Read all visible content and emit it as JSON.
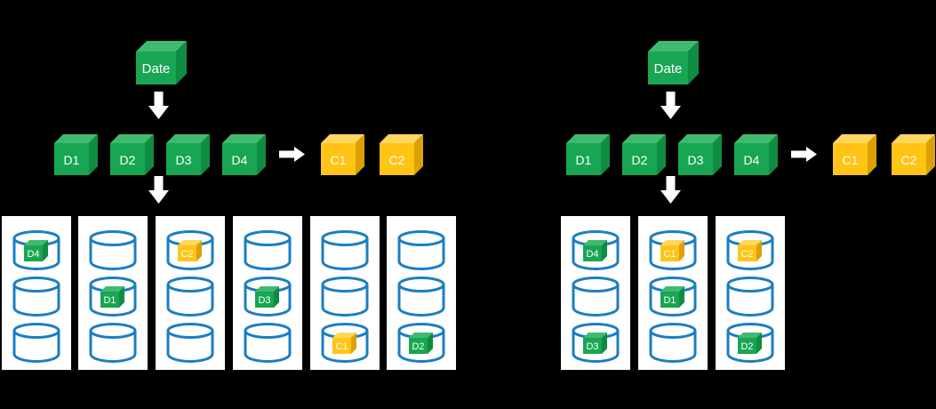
{
  "background": "#000000",
  "colors": {
    "green": {
      "front": "#18A653",
      "top": "#3FBA6E",
      "side": "#0F8B42"
    },
    "yellow": {
      "front": "#FFC415",
      "top": "#FFD75C",
      "side": "#DCA104"
    },
    "cylinder_stroke": "#1B7EC2",
    "node_background": "#FFFFFF",
    "arrow": "#FFFFFF",
    "cube_label": "#FFFFFF"
  },
  "halves": [
    {
      "name": "left-diagram",
      "date_cube": {
        "label": "Date",
        "color": "green"
      },
      "dimension_cubes": [
        {
          "label": "D1",
          "color": "green"
        },
        {
          "label": "D2",
          "color": "green"
        },
        {
          "label": "D3",
          "color": "green"
        },
        {
          "label": "D4",
          "color": "green"
        }
      ],
      "cache_cubes": [
        {
          "label": "C1",
          "color": "yellow"
        },
        {
          "label": "C2",
          "color": "yellow"
        }
      ],
      "nodes": [
        {
          "cylinders": [
            {
              "cube": {
                "label": "D4",
                "color": "green"
              }
            },
            {},
            {}
          ]
        },
        {
          "cylinders": [
            {},
            {
              "cube": {
                "label": "D1",
                "color": "green"
              }
            },
            {}
          ]
        },
        {
          "cylinders": [
            {
              "cube": {
                "label": "C2",
                "color": "yellow"
              }
            },
            {},
            {}
          ]
        },
        {
          "cylinders": [
            {},
            {
              "cube": {
                "label": "D3",
                "color": "green"
              }
            },
            {}
          ]
        },
        {
          "cylinders": [
            {},
            {},
            {
              "cube": {
                "label": "C1",
                "color": "yellow"
              }
            }
          ]
        },
        {
          "cylinders": [
            {},
            {},
            {
              "cube": {
                "label": "D2",
                "color": "green"
              }
            }
          ]
        }
      ]
    },
    {
      "name": "right-diagram",
      "date_cube": {
        "label": "Date",
        "color": "green"
      },
      "dimension_cubes": [
        {
          "label": "D1",
          "color": "green"
        },
        {
          "label": "D2",
          "color": "green"
        },
        {
          "label": "D3",
          "color": "green"
        },
        {
          "label": "D4",
          "color": "green"
        }
      ],
      "cache_cubes": [
        {
          "label": "C1",
          "color": "yellow"
        },
        {
          "label": "C2",
          "color": "yellow"
        }
      ],
      "nodes": [
        {
          "cylinders": [
            {
              "cube": {
                "label": "D4",
                "color": "green"
              }
            },
            {},
            {
              "cube": {
                "label": "D3",
                "color": "green"
              }
            }
          ]
        },
        {
          "cylinders": [
            {
              "cube": {
                "label": "C1",
                "color": "yellow"
              }
            },
            {
              "cube": {
                "label": "D1",
                "color": "green"
              }
            },
            {}
          ]
        },
        {
          "cylinders": [
            {
              "cube": {
                "label": "C2",
                "color": "yellow"
              }
            },
            {},
            {
              "cube": {
                "label": "D2",
                "color": "green"
              }
            }
          ]
        }
      ]
    }
  ]
}
